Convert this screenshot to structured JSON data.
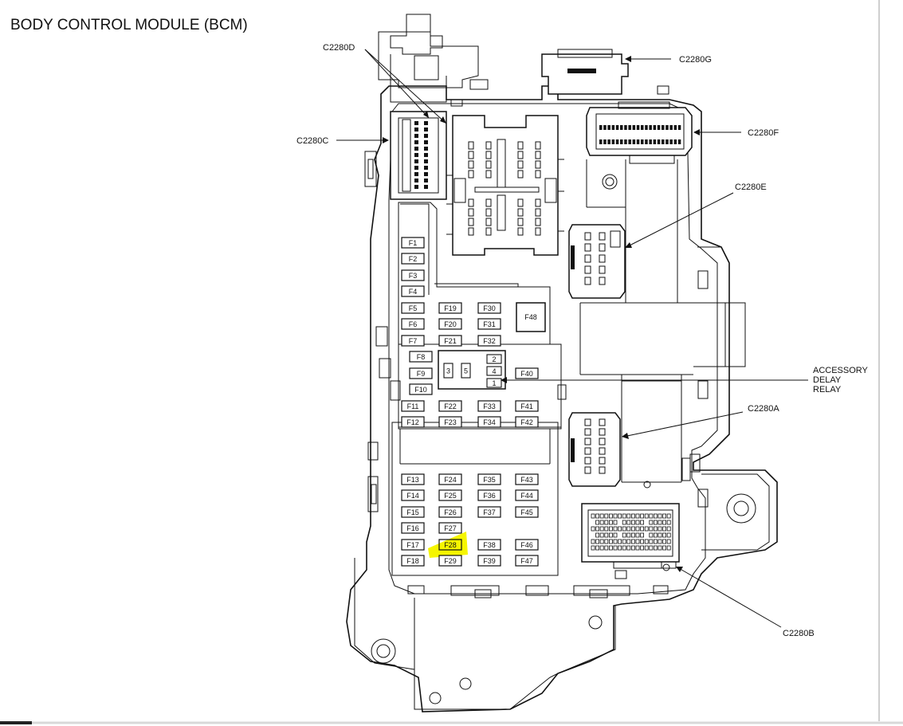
{
  "title": "BODY CONTROL MODULE (BCM)",
  "connectors": {
    "c2280a": "C2280A",
    "c2280b": "C2280B",
    "c2280c": "C2280C",
    "c2280d": "C2280D",
    "c2280e": "C2280E",
    "c2280f": "C2280F",
    "c2280g": "C2280G"
  },
  "relay_label_lines": [
    "ACCESSORY",
    "DELAY",
    "RELAY"
  ],
  "relay_pins": [
    "2",
    "3",
    "5",
    "4",
    "1"
  ],
  "fuses": {
    "col1": [
      "F1",
      "F2",
      "F3",
      "F4",
      "F5",
      "F6",
      "F7",
      "F8",
      "F9",
      "F10",
      "F11",
      "F12",
      "F13",
      "F14",
      "F15",
      "F16",
      "F17",
      "F18"
    ],
    "col2": [
      "F19",
      "F20",
      "F21",
      "F22",
      "F23",
      "F24",
      "F25",
      "F26",
      "F27",
      "F28",
      "F29"
    ],
    "col3": [
      "F30",
      "F31",
      "F32",
      "F33",
      "F34",
      "F35",
      "F36",
      "F37",
      "F38",
      "F39"
    ],
    "col4": [
      "F40",
      "F41",
      "F42",
      "F43",
      "F44",
      "F45",
      "F46",
      "F47"
    ],
    "large": "F48"
  },
  "highlighted_fuse": "F28",
  "highlight_color": "#f5f500"
}
